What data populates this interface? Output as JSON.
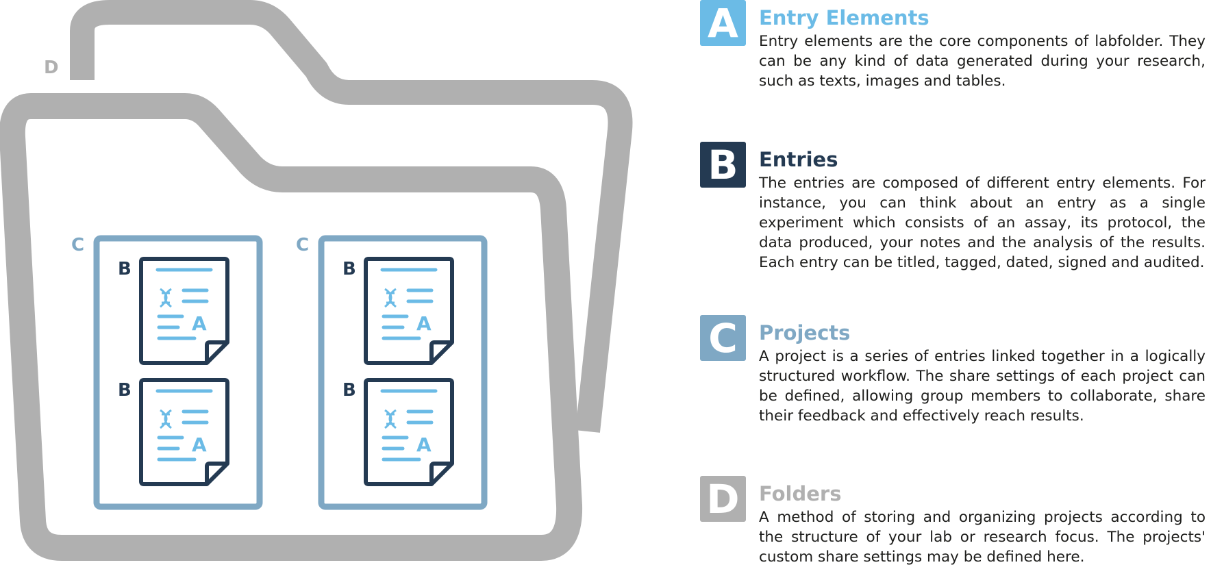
{
  "diagram": {
    "folder_label": "D",
    "project_label": "C",
    "entry_label": "B",
    "element_label": "A"
  },
  "legend": [
    {
      "letter": "A",
      "title": "Entry Elements",
      "text": "Entry elements are the core components of labfolder. They can be any kind of data generated during your research, such as texts, images and tables.",
      "color": "#6bbbe6"
    },
    {
      "letter": "B",
      "title": "Entries",
      "text": "The entries are composed of different entry elements. For instance, you can think about an entry as a single experiment which consists of an assay, its protocol, the data produced, your notes and the analysis of the results. Each entry can be titled, tagged, dated, signed and audited.",
      "color": "#243a52"
    },
    {
      "letter": "C",
      "title": "Projects",
      "text": "A project is a series of entries linked together in a logically structured workflow. The share settings of each project can be defined, allowing group members to collaborate, share their feedback and effectively reach results.",
      "color": "#7fa8c4"
    },
    {
      "letter": "D",
      "title": "Folders",
      "text": "A method of storing and organizing projects according to the structure of your lab or research focus. The projects' custom share settings may be defined here.",
      "color": "#b0b0b0"
    }
  ]
}
